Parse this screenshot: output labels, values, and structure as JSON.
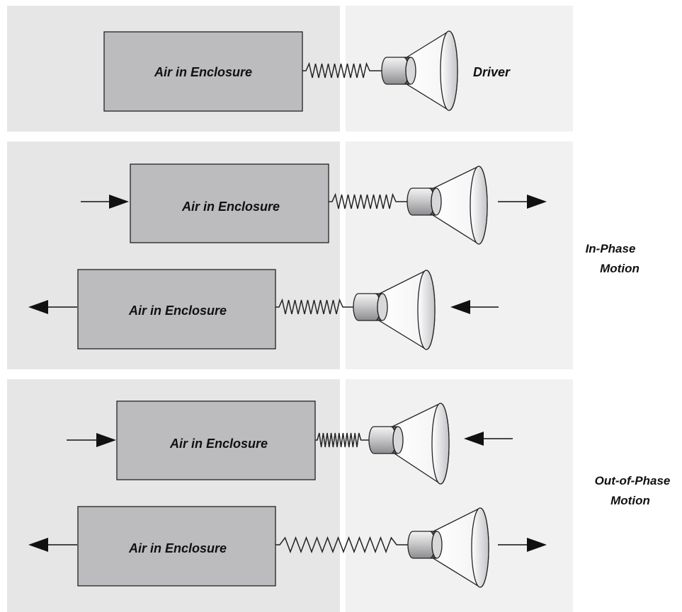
{
  "colors": {
    "panel_left": "#e6e6e7",
    "panel_right": "#f1f1f2",
    "box_fill": "#bcbcbf",
    "stroke": "#222222"
  },
  "labels": {
    "box": "Air in Enclosure",
    "driver": "Driver",
    "in_phase_line1": "In-Phase",
    "in_phase_line2": "Motion",
    "out_phase_line1": "Out-of-Phase",
    "out_phase_line2": "Motion"
  },
  "panels": [
    {
      "rows": [
        {
          "box_label": "Air in Enclosure",
          "driver_label": "Driver",
          "box_arrow": "none",
          "driver_arrow": "none",
          "spring": "rest"
        }
      ]
    },
    {
      "group_label": [
        "In-Phase",
        "Motion"
      ],
      "rows": [
        {
          "box_label": "Air in Enclosure",
          "box_arrow": "right",
          "driver_arrow": "right",
          "spring": "rest"
        },
        {
          "box_label": "Air in Enclosure",
          "box_arrow": "left",
          "driver_arrow": "left",
          "spring": "rest"
        }
      ]
    },
    {
      "group_label": [
        "Out-of-Phase",
        "Motion"
      ],
      "rows": [
        {
          "box_label": "Air in Enclosure",
          "box_arrow": "right",
          "driver_arrow": "left",
          "spring": "compressed"
        },
        {
          "box_label": "Air in Enclosure",
          "box_arrow": "left",
          "driver_arrow": "right",
          "spring": "stretched"
        }
      ]
    }
  ]
}
